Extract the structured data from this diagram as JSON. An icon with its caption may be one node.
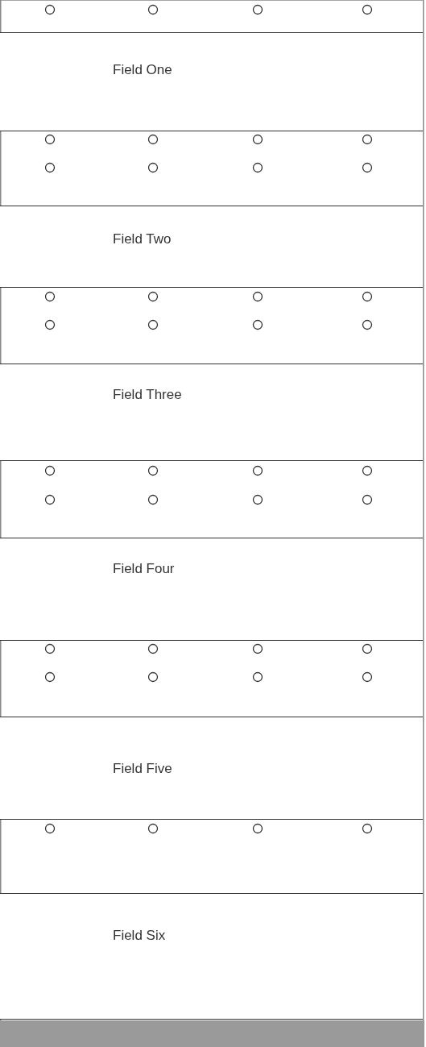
{
  "diagram": {
    "nodes": [
      {
        "text": [
          "Field One"
        ]
      },
      {
        "text": [
          "Field Two"
        ]
      },
      {
        "text": [
          "Field Three"
        ]
      },
      {
        "text": [
          "Field Four"
        ]
      },
      {
        "text": [
          "Field Five"
        ]
      },
      {
        "text": [
          "Field Six"
        ]
      },
      {
        "text": [],
        "shape": "bar"
      }
    ]
  }
}
